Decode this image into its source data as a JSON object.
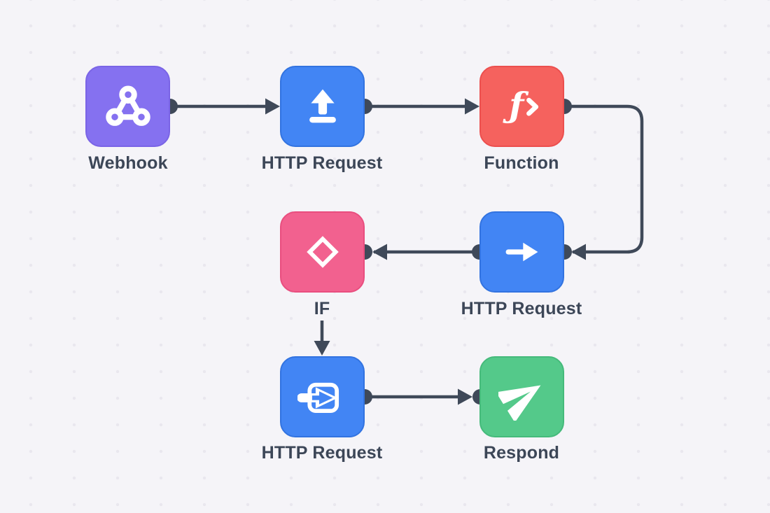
{
  "diagram": {
    "type": "workflow",
    "background_color": "#f5f4f8",
    "grid_dot_color": "#e9e7ee",
    "connector_color": "#3f4959",
    "label_color": "#3c4657"
  },
  "nodes": [
    {
      "label": "Webhook",
      "icon": "webhook-icon",
      "color": "#8571f0"
    },
    {
      "label": "HTTP Request",
      "icon": "upload-icon",
      "color": "#4285f4"
    },
    {
      "label": "Function",
      "icon": "function-icon",
      "color": "#f5625e"
    },
    {
      "label": "IF",
      "icon": "diamond-icon",
      "color": "#f2618f"
    },
    {
      "label": "HTTP Request",
      "icon": "arrow-right-icon",
      "color": "#4285f4"
    },
    {
      "label": "HTTP Request",
      "icon": "sign-in-icon",
      "color": "#4285f4"
    },
    {
      "label": "Respond",
      "icon": "paper-plane-icon",
      "color": "#54c98a"
    }
  ],
  "connections": [
    {
      "from": "Webhook",
      "to": "HTTP Request (top)"
    },
    {
      "from": "HTTP Request (top)",
      "to": "Function"
    },
    {
      "from": "Function",
      "to": "HTTP Request (middle)"
    },
    {
      "from": "HTTP Request (middle)",
      "to": "IF"
    },
    {
      "from": "IF",
      "to": "HTTP Request (bottom)"
    },
    {
      "from": "HTTP Request (bottom)",
      "to": "Respond"
    }
  ]
}
